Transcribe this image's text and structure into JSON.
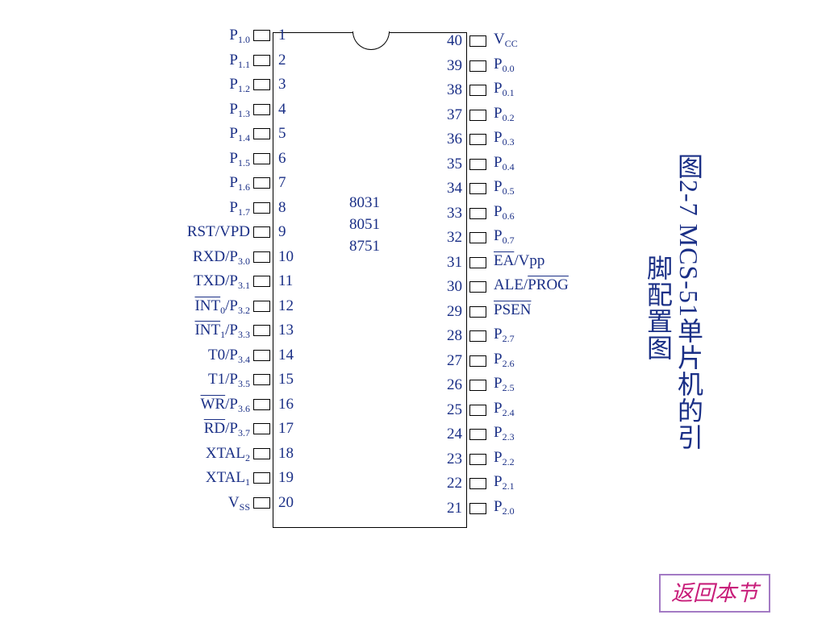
{
  "chip": {
    "variants": [
      "8031",
      "8051",
      "8751"
    ],
    "left_pins": [
      {
        "num": "1",
        "label": "P1.0",
        "html": "P<sub>1.0</sub>"
      },
      {
        "num": "2",
        "label": "P1.1",
        "html": "P<sub>1.1</sub>"
      },
      {
        "num": "3",
        "label": "P1.2",
        "html": "P<sub>1.2</sub>"
      },
      {
        "num": "4",
        "label": "P1.3",
        "html": "P<sub>1.3</sub>"
      },
      {
        "num": "5",
        "label": "P1.4",
        "html": "P<sub>1.4</sub>"
      },
      {
        "num": "6",
        "label": "P1.5",
        "html": "P<sub>1.5</sub>"
      },
      {
        "num": "7",
        "label": "P1.6",
        "html": "P<sub>1.6</sub>"
      },
      {
        "num": "8",
        "label": "P1.7",
        "html": "P<sub>1.7</sub>"
      },
      {
        "num": "9",
        "label": "RST/VPD",
        "html": "RST/VPD"
      },
      {
        "num": "10",
        "label": "RXD/P3.0",
        "html": "RXD/P<sub>3.0</sub>"
      },
      {
        "num": "11",
        "label": "TXD/P3.1",
        "html": "TXD/P<sub>3.1</sub>"
      },
      {
        "num": "12",
        "label": "INT0/P3.2",
        "html": "<span class=\"ov\">INT</span><sub>0</sub>/P<sub>3.2</sub>"
      },
      {
        "num": "13",
        "label": "INT1/P3.3",
        "html": "<span class=\"ov\">INT</span><sub>1</sub>/P<sub>3.3</sub>"
      },
      {
        "num": "14",
        "label": "T0/P3.4",
        "html": "T0/P<sub>3.4</sub>"
      },
      {
        "num": "15",
        "label": "T1/P3.5",
        "html": "T1/P<sub>3.5</sub>"
      },
      {
        "num": "16",
        "label": "WR/P3.6",
        "html": "<span class=\"ov\">WR</span>/P<sub>3.6</sub>"
      },
      {
        "num": "17",
        "label": "RD/P3.7",
        "html": "<span class=\"ov\">RD</span>/P<sub>3.7</sub>"
      },
      {
        "num": "18",
        "label": "XTAL2",
        "html": "XTAL<sub>2</sub>"
      },
      {
        "num": "19",
        "label": "XTAL1",
        "html": "XTAL<sub>1</sub>"
      },
      {
        "num": "20",
        "label": "VSS",
        "html": "V<sub>SS</sub>"
      }
    ],
    "right_pins": [
      {
        "num": "40",
        "label": "VCC",
        "html": "V<sub>CC</sub>"
      },
      {
        "num": "39",
        "label": "P0.0",
        "html": "P<sub>0.0</sub>"
      },
      {
        "num": "38",
        "label": "P0.1",
        "html": "P<sub>0.1</sub>"
      },
      {
        "num": "37",
        "label": "P0.2",
        "html": "P<sub>0.2</sub>"
      },
      {
        "num": "36",
        "label": "P0.3",
        "html": "P<sub>0.3</sub>"
      },
      {
        "num": "35",
        "label": "P0.4",
        "html": "P<sub>0.4</sub>"
      },
      {
        "num": "34",
        "label": "P0.5",
        "html": "P<sub>0.5</sub>"
      },
      {
        "num": "33",
        "label": "P0.6",
        "html": "P<sub>0.6</sub>"
      },
      {
        "num": "32",
        "label": "P0.7",
        "html": "P<sub>0.7</sub>"
      },
      {
        "num": "31",
        "label": "EA/Vpp",
        "html": "<span class=\"ov\">EA</span>/Vpp"
      },
      {
        "num": "30",
        "label": "ALE/PROG",
        "html": "ALE/<span class=\"ov\">PROG</span>"
      },
      {
        "num": "29",
        "label": "PSEN",
        "html": "<span class=\"ov\">PSEN</span>"
      },
      {
        "num": "28",
        "label": "P2.7",
        "html": "P<sub>2.7</sub>"
      },
      {
        "num": "27",
        "label": "P2.6",
        "html": "P<sub>2.6</sub>"
      },
      {
        "num": "26",
        "label": "P2.5",
        "html": "P<sub>2.5</sub>"
      },
      {
        "num": "25",
        "label": "P2.4",
        "html": "P<sub>2.4</sub>"
      },
      {
        "num": "24",
        "label": "P2.3",
        "html": "P<sub>2.3</sub>"
      },
      {
        "num": "23",
        "label": "P2.2",
        "html": "P<sub>2.2</sub>"
      },
      {
        "num": "22",
        "label": "P2.1",
        "html": "P<sub>2.1</sub>"
      },
      {
        "num": "21",
        "label": "P2.0",
        "html": "P<sub>2.0</sub>"
      }
    ]
  },
  "caption": {
    "line1": "图2-7  MCS-51单片机的引",
    "line2": "脚配置图"
  },
  "nav": {
    "return_label": "返回本节"
  },
  "colors": {
    "text": "#1a2f86",
    "button_text": "#c81e7a",
    "button_border": "#a37ac4"
  }
}
